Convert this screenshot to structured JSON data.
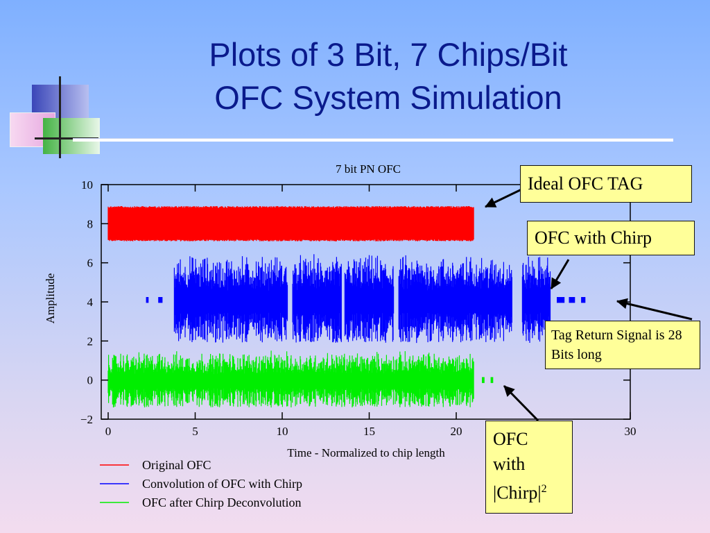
{
  "slide": {
    "title_line1": "Plots of 3 Bit, 7 Chips/Bit",
    "title_line2": "OFC System Simulation"
  },
  "callouts": {
    "ideal": "Ideal OFC TAG",
    "chirp": "OFC with Chirp",
    "tag_return": "Tag Return Signal is 28 Bits long",
    "ofc_with_line1": "OFC",
    "ofc_with_line2": "with",
    "ofc_with_line3": "|Chirp|",
    "ofc_with_sup": "2"
  },
  "chart_data": {
    "type": "line",
    "title": "7 bit PN OFC",
    "xlabel": "Time - Normalized to chip length",
    "ylabel": "Amplitude",
    "xlim": [
      0,
      30
    ],
    "ylim": [
      -2,
      10
    ],
    "xticks": [
      0,
      5,
      10,
      15,
      20,
      30
    ],
    "yticks": [
      -2,
      0,
      2,
      4,
      6,
      8,
      10
    ],
    "grid": false,
    "legend_position": "bottom-left",
    "series": [
      {
        "name": "Original OFC",
        "color": "#ff0000",
        "center": 8,
        "range_low": 7.1,
        "range_high": 8.9,
        "x_start": 0,
        "x_end": 21,
        "segments": [
          [
            0,
            21
          ]
        ]
      },
      {
        "name": "Convolution of OFC with Chirp",
        "color": "#0000ff",
        "center": 4.1,
        "range_low": 1.9,
        "range_high": 6.3,
        "segments": [
          [
            2.2,
            2.3
          ],
          [
            2.9,
            3.1
          ],
          [
            3.8,
            10.3
          ],
          [
            10.6,
            13.4
          ],
          [
            13.6,
            16.4
          ],
          [
            16.7,
            23.2
          ],
          [
            23.8,
            25.4
          ],
          [
            25.8,
            26.2
          ],
          [
            26.5,
            26.8
          ],
          [
            27.2,
            27.4
          ]
        ]
      },
      {
        "name": "OFC after Chirp Deconvolution",
        "color": "#00ee00",
        "center": 0,
        "range_low": -1.2,
        "range_high": 1.6,
        "segments": [
          [
            0,
            21
          ],
          [
            21.5,
            21.6
          ],
          [
            22.0,
            22.1
          ]
        ]
      }
    ]
  }
}
